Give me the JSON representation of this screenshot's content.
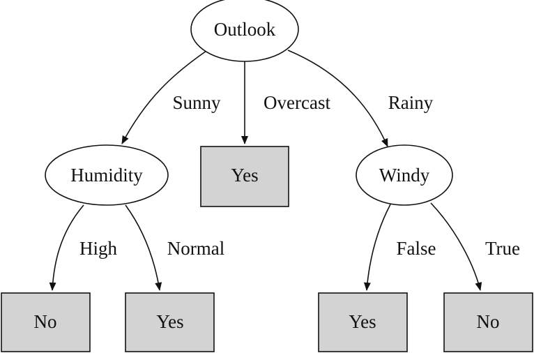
{
  "nodes": {
    "outlook": "Outlook",
    "humidity": "Humidity",
    "windy": "Windy",
    "overcast_leaf": "Yes",
    "high_leaf": "No",
    "normal_leaf": "Yes",
    "false_leaf": "Yes",
    "true_leaf": "No"
  },
  "edges": {
    "sunny": "Sunny",
    "overcast": "Overcast",
    "rainy": "Rainy",
    "high": "High",
    "normal": "Normal",
    "false": "False",
    "true": "True"
  },
  "colors": {
    "leaf_fill": "#d3d3d3",
    "decision_fill": "#ffffff",
    "line": "#111111"
  }
}
